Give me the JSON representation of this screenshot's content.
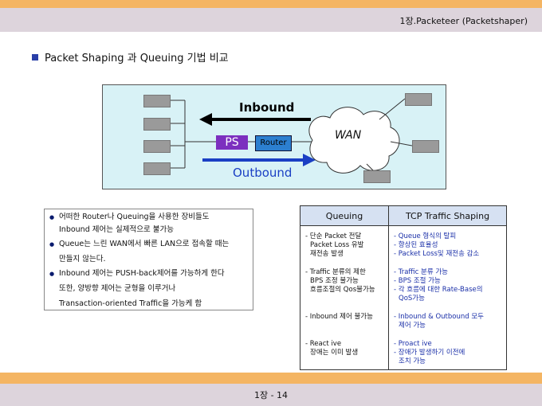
{
  "header": {
    "chapter": "1장.Packeteer (Packetshaper)"
  },
  "title": "Packet Shaping 과 Queuing 기법 비교",
  "diagram": {
    "inbound": "Inbound",
    "outbound": "Outbound",
    "ps": "PS",
    "router": "Router",
    "wan": "WAN"
  },
  "bullets": [
    [
      "어떠한 Router나 Queuing을 사용한 장비들도",
      "Inbound 제어는 실제적으로 불가능"
    ],
    [
      "Queue는 느린 WAN에서 빠른 LAN으로 접속할 때는",
      "만들지 않는다."
    ],
    [
      "Inbound 제어는 PUSH-back제어를 가능하게 한다",
      "또한, 양방향 제어는 균형을 이루거나",
      "Transaction-oriented Traffic을 가능케 함"
    ]
  ],
  "table": {
    "headers": [
      "Queuing",
      "TCP Traffic Shaping"
    ],
    "rows": [
      {
        "left": [
          "- 단순 Packet 전달",
          "  Packet Loss 유발",
          "  재전송 발생"
        ],
        "right": [
          "- Queue 형식의 탈피",
          "- 향상된 효율성",
          "- Packet Loss및 재전송 감소"
        ]
      },
      {
        "left": [
          "- Traffic 분류의 제한",
          "  BPS 조정 불가능",
          "  흐름조절의 Qos불가능"
        ],
        "right": [
          "- Traffic 분류 가능",
          "- BPS 조절 가능",
          "- 각 흐름에 대한 Rate-Base의",
          "  QoS가능"
        ]
      },
      {
        "left": [
          "- Inbound 제어 불가능"
        ],
        "right": [
          "- Inbound & Outbound 모두",
          "  제어 가능"
        ]
      },
      {
        "left": [
          "- React ive",
          "  장애는 이미 발생"
        ],
        "right": [
          "- Proact ive",
          "- 장애가 발생하기 이전에",
          "  조치 가능"
        ]
      }
    ]
  },
  "footer": {
    "page": "1장 - 14"
  }
}
